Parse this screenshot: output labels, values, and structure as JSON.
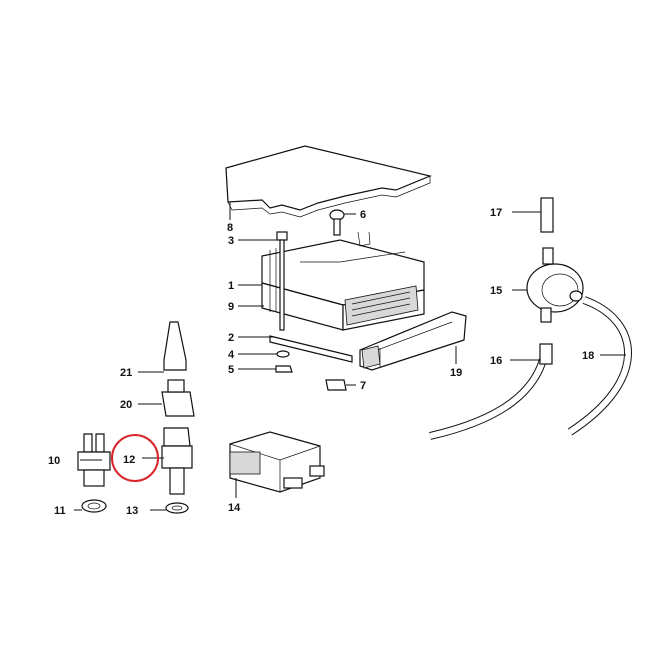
{
  "labels": {
    "l1": "1",
    "l2": "2",
    "l3": "3",
    "l4": "4",
    "l5": "5",
    "l6": "6",
    "l7": "7",
    "l8": "8",
    "l9": "9",
    "l10": "10",
    "l11": "11",
    "l12": "12",
    "l13": "13",
    "l14": "14",
    "l15": "15",
    "l16": "16",
    "l17": "17",
    "l18": "18",
    "l19": "19",
    "l20": "20",
    "l21": "21"
  },
  "highlight": {
    "part": "12",
    "color": "#d8232a"
  }
}
